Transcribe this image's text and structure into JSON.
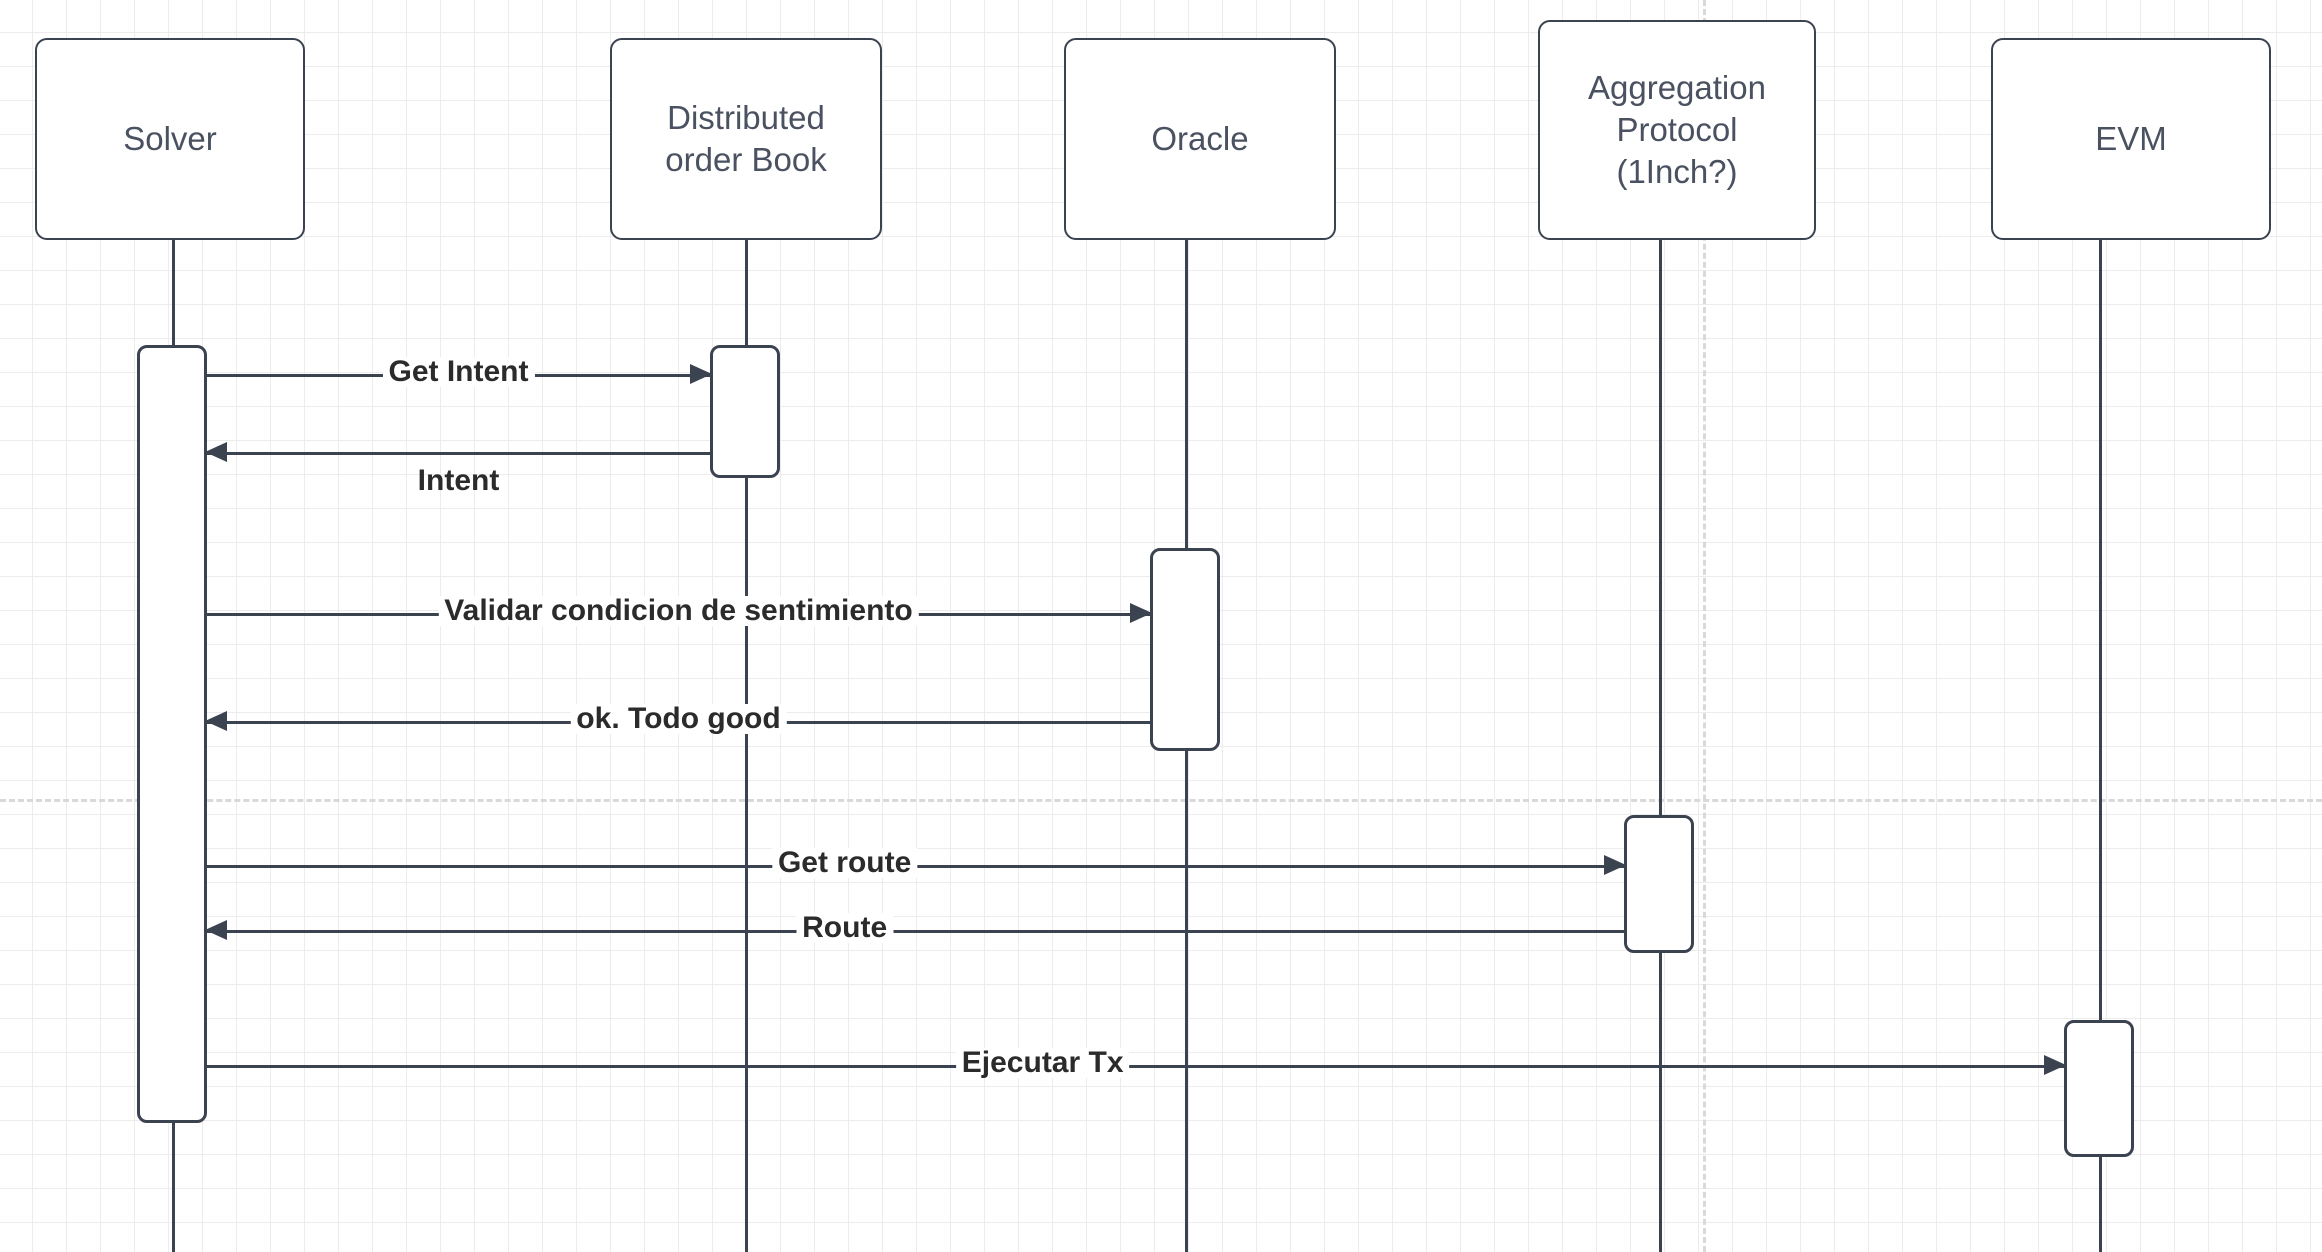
{
  "diagram": {
    "type": "sequence-diagram",
    "background_color": "#ffffff",
    "grid_color": "#ececec",
    "grid_major_color": "#dcdcdc",
    "stroke_color": "#3b4250",
    "participant_text_color": "#4a5160",
    "message_text_color": "#2b2b2b",
    "guide_color": "#d9d9d9",
    "participants": [
      {
        "id": "solver",
        "label": "Solver"
      },
      {
        "id": "dob",
        "label": "Distributed\norder Book"
      },
      {
        "id": "oracle",
        "label": "Oracle"
      },
      {
        "id": "aggregation",
        "label": "Aggregation\nProtocol\n(1Inch?)"
      },
      {
        "id": "evm",
        "label": "EVM"
      }
    ],
    "messages": [
      {
        "id": "m1",
        "label": "Get Intent",
        "from": "solver",
        "to": "dob",
        "direction": "right",
        "label_position": "on-line"
      },
      {
        "id": "m2",
        "label": "Intent",
        "from": "dob",
        "to": "solver",
        "direction": "left",
        "label_position": "below-line"
      },
      {
        "id": "m3",
        "label": "Validar condicion de sentimiento",
        "from": "solver",
        "to": "oracle",
        "direction": "right",
        "label_position": "on-line"
      },
      {
        "id": "m4",
        "label": "ok. Todo good",
        "from": "oracle",
        "to": "solver",
        "direction": "left",
        "label_position": "on-line"
      },
      {
        "id": "m5",
        "label": "Get route",
        "from": "solver",
        "to": "aggregation",
        "direction": "right",
        "label_position": "on-line"
      },
      {
        "id": "m6",
        "label": "Route",
        "from": "aggregation",
        "to": "solver",
        "direction": "left",
        "label_position": "on-line"
      },
      {
        "id": "m7",
        "label": "Ejecutar Tx",
        "from": "solver",
        "to": "evm",
        "direction": "right",
        "label_position": "on-line"
      }
    ]
  }
}
